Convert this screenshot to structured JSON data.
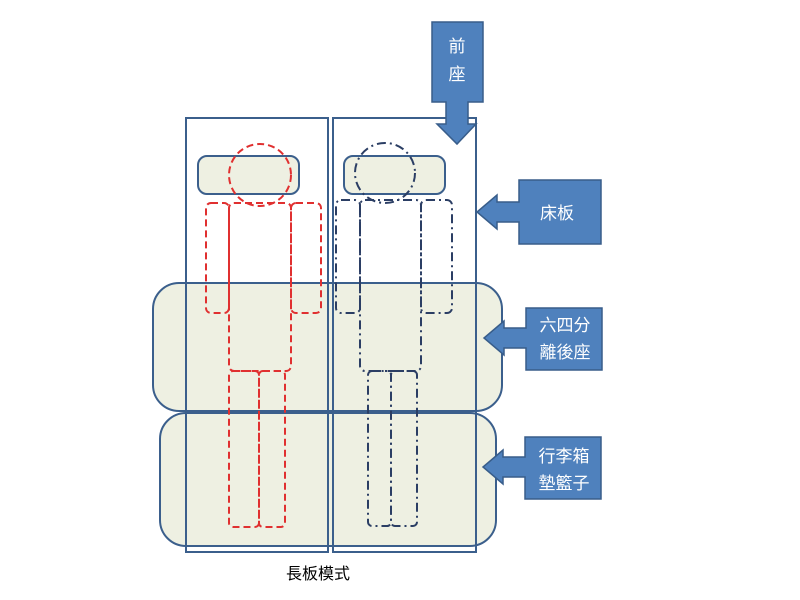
{
  "labels": {
    "front_seat": [
      "前",
      "座"
    ],
    "bed_board": "床板",
    "rear_seat": [
      "六四分",
      "離後座"
    ],
    "luggage": [
      "行李箱",
      "墊籃子"
    ],
    "caption": "長板模式"
  },
  "colors": {
    "callout_fill": "#4f81bd",
    "callout_stroke": "#385d8a",
    "cushion_fill": "#eef0e2",
    "frame_stroke": "#3b5f8c",
    "figure_red": "#e03030",
    "figure_navy": "#2b3e64"
  }
}
